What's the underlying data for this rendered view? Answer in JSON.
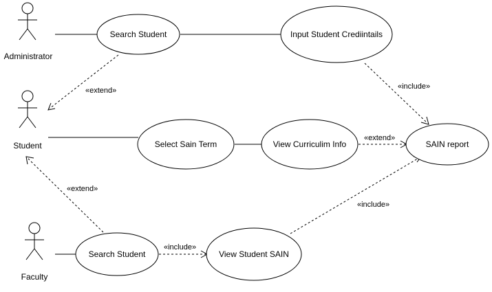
{
  "actors": {
    "administrator": "Administrator",
    "student": "Student",
    "faculty": "Faculty"
  },
  "usecases": {
    "search_student_admin": "Search Student",
    "input_student_credentials": "Input Student Crediintails",
    "select_sain_term": "Select Sain Term",
    "view_curriculum_info": "View Curriculim Info",
    "sain_report": "SAIN report",
    "search_student_faculty": "Search Student",
    "view_student_sain": "View Student SAIN"
  },
  "relations": {
    "admin_search_extend": "«extend»",
    "input_report_include": "«include»",
    "curriculum_report_extend": "«extend»",
    "faculty_search_extend": "«extend»",
    "viewsain_report_include": "«include»",
    "search_viewsain_include": "«include»"
  }
}
